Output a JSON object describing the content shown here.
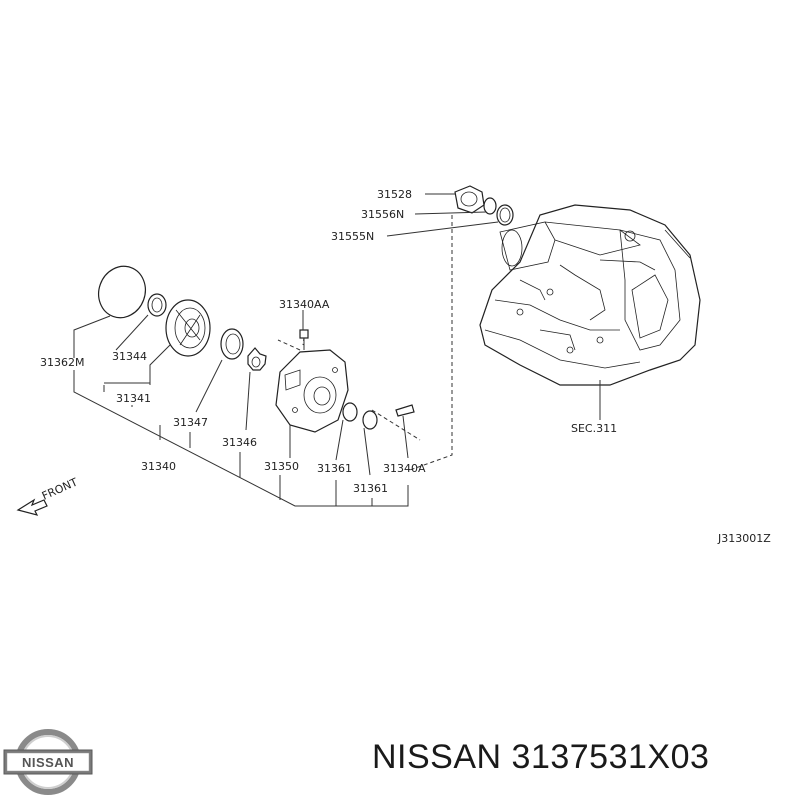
{
  "callouts": {
    "c31528": "31528",
    "c31556N": "31556N",
    "c31555N": "31555N",
    "c31340AA": "31340AA",
    "c31362M": "31362M",
    "c31344": "31344",
    "c31341": "31341",
    "c31347": "31347",
    "c31346": "31346",
    "c31340": "31340",
    "c31350": "31350",
    "c31361a": "31361",
    "c31361b": "31361",
    "c31340A": "31340A",
    "sec": "SEC.311",
    "front": "FRONT",
    "drawing_code": "J313001Z"
  },
  "brand": {
    "logo_text": "NISSAN",
    "part_number_text": "NISSAN 3137531X03"
  }
}
